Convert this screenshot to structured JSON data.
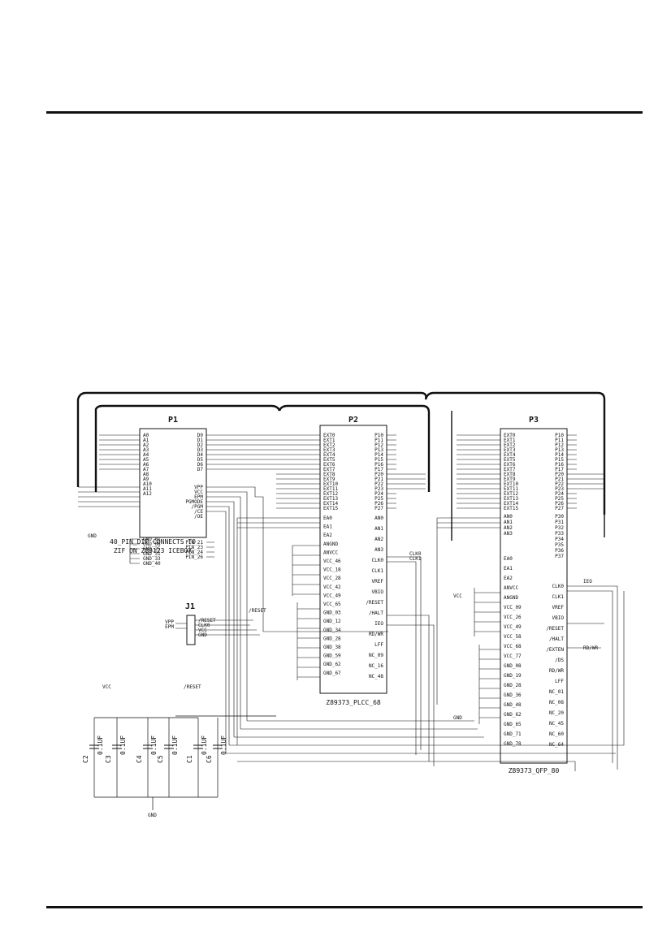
{
  "page": {
    "width": 826,
    "height": 1169
  },
  "schematic": {
    "p1": {
      "title": "P1",
      "caption_line1": "40_PIN_DIP CONNECTS TO",
      "caption_line2": "ZIF ON Z89123 ICEBOX",
      "left_pins": [
        "A0",
        "A1",
        "A2",
        "A3",
        "A4",
        "A5",
        "A6",
        "A7",
        "A8",
        "A9",
        "A10",
        "A11",
        "A12"
      ],
      "right_pins": [
        "D0",
        "D1",
        "D2",
        "D3",
        "D4",
        "D5",
        "D6",
        "D7"
      ],
      "ctrl_pins": [
        "VPP",
        "VCC",
        "EPM",
        "PGMODE",
        "/PGM",
        "/CE",
        "/OE"
      ],
      "gnd_pins": [
        "GND_01",
        "GND_08",
        "GND_25",
        "GND_31",
        "GND_33",
        "GND_40"
      ],
      "pin_pins": [
        "PIN_21",
        "PIN_23",
        "PIN_24",
        "PIN_26"
      ],
      "gnd_label": "GND"
    },
    "p2": {
      "title": "P2",
      "subtitle": "Z89373_PLCC_68",
      "ext_pins": [
        "EXT0",
        "EXT1",
        "EXT2",
        "EXT3",
        "EXT4",
        "EXT5",
        "EXT6",
        "EXT7",
        "EXT8",
        "EXT9",
        "EXT10",
        "EXT11",
        "EXT12",
        "EXT13",
        "EXT14",
        "EXT15"
      ],
      "p1_pins": [
        "P10",
        "P11",
        "P12",
        "P13",
        "P14",
        "P15",
        "P16",
        "P17"
      ],
      "p2_pins": [
        "P20",
        "P21",
        "P22",
        "P23",
        "P24",
        "P25",
        "P26",
        "P27"
      ],
      "misc_pins": [
        "EA0",
        "EA1",
        "EA2",
        "ANGND",
        "ANVCC",
        "VCC_46",
        "VCC_18",
        "VCC_28",
        "VCC_42",
        "VCC_49",
        "VCC_65",
        "GND_03",
        "GND_12",
        "GND_34",
        "GND_28",
        "GND_38",
        "GND_59",
        "GND_62",
        "GND_67"
      ],
      "right_misc": [
        "AN0",
        "AN1",
        "AN2",
        "AN3",
        "CLK0",
        "CLK1",
        "VREF",
        "VBIO",
        "/RESET",
        "/HALT",
        "IEO",
        "RD/WR",
        "LFF",
        "NC_09",
        "NC_16",
        "NC_48"
      ]
    },
    "p3": {
      "title": "P3",
      "subtitle": "Z89373_QFP_80",
      "ext_pins": [
        "EXT0",
        "EXT1",
        "EXT2",
        "EXT3",
        "EXT4",
        "EXT5",
        "EXT6",
        "EXT7",
        "EXT8",
        "EXT9",
        "EXT10",
        "EXT11",
        "EXT12",
        "EXT13",
        "EXT14",
        "EXT15"
      ],
      "p1_pins": [
        "P10",
        "P11",
        "P12",
        "P13",
        "P14",
        "P15",
        "P16",
        "P17"
      ],
      "p2_pins": [
        "P20",
        "P21",
        "P22",
        "P23",
        "P24",
        "P25",
        "P26",
        "P27"
      ],
      "an_pins": [
        "AN0",
        "AN1",
        "AN2",
        "AN3"
      ],
      "p3_pins": [
        "P30",
        "P31",
        "P32",
        "P33",
        "P34",
        "P35",
        "P36",
        "P37"
      ],
      "misc_pins": [
        "EA0",
        "EA1",
        "EA2",
        "ANVCC",
        "ANGND",
        "VCC_09",
        "VCC_26",
        "VCC_49",
        "VCC_58",
        "VCC_68",
        "VCC_77",
        "GND_08",
        "GND_19",
        "GND_28",
        "GND_36",
        "GND_48",
        "GND_62",
        "GND_65",
        "GND_71",
        "GND_78"
      ],
      "right_misc": [
        "CLK0",
        "CLK1",
        "VREF",
        "VBIO",
        "/RESET",
        "/HALT",
        "/EXTEN",
        "/DS",
        "RD/WR",
        "LFF",
        "NC_01",
        "NC_08",
        "NC_20",
        "NC_45",
        "NC_60",
        "NC_64"
      ],
      "vcc_label": "VCC",
      "gnd_label": "GND"
    },
    "j1": {
      "title": "J1",
      "left_labels": [
        "VPP",
        "EPM"
      ],
      "right_labels": [
        "/RESET",
        "CLK0",
        "VCC",
        "GND"
      ]
    },
    "nets": {
      "reset": "/RESET",
      "clk0": "CLK0",
      "clk1": "CLK1",
      "iec": "IEO",
      "rdwr": "RD/WR"
    },
    "caps": {
      "vcc_label": "VCC",
      "reset_label": "/RESET",
      "gnd_label": "GND",
      "items": [
        {
          "ref": "C2",
          "value": "0.1UF"
        },
        {
          "ref": "C3",
          "value": "0.1UF"
        },
        {
          "ref": "C4",
          "value": "0.1UF"
        },
        {
          "ref": "C5",
          "value": "0.1UF"
        },
        {
          "ref": "C1",
          "value": "0.1UF"
        },
        {
          "ref": "C6",
          "value": "0.1UF"
        }
      ]
    }
  }
}
